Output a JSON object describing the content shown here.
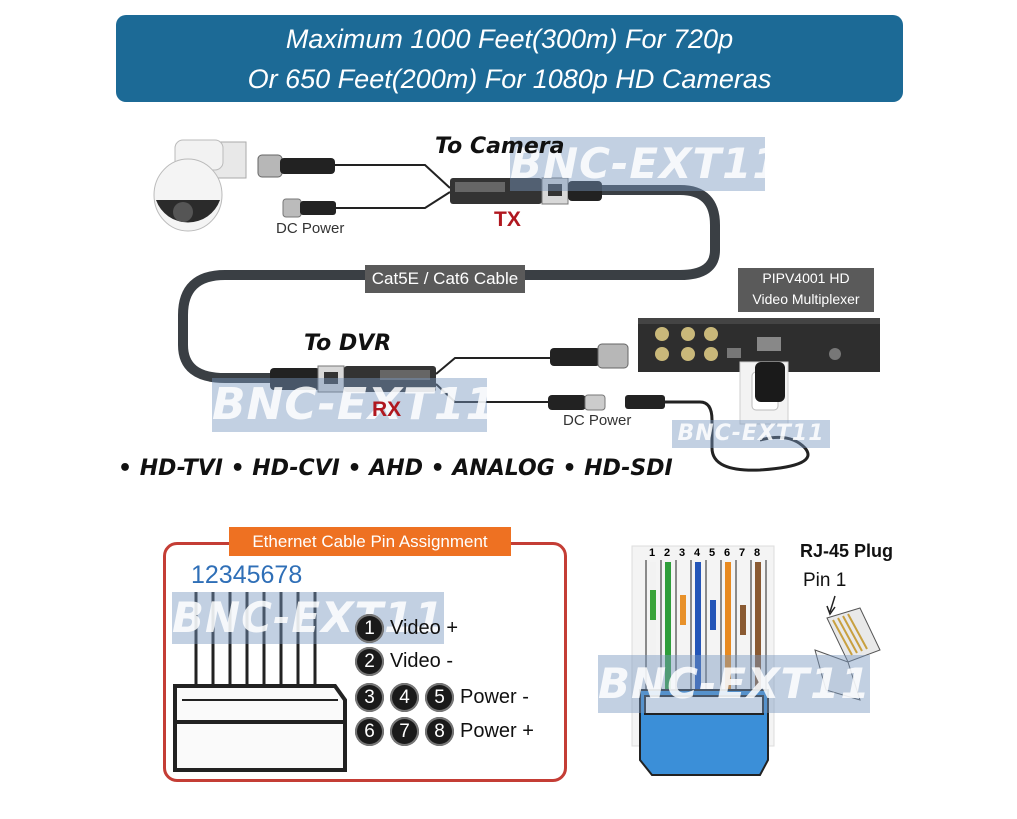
{
  "banner": {
    "line1": "Maximum 1000 Feet(300m) For 720p",
    "line2": "Or 650 Feet(200m) For 1080p HD Cameras"
  },
  "diagram": {
    "to_camera": "To Camera",
    "to_dvr": "To DVR",
    "tx": "TX",
    "rx": "RX",
    "dc_power_top": "DC Power",
    "dc_power_bottom": "DC Power",
    "cable_label": "Cat5E / Cat6 Cable",
    "mux_line1": "PIPV4001 HD",
    "mux_line2": "Video Multiplexer",
    "watermark": "BNC-EXT11",
    "formats": "• HD-TVI  • HD-CVI  • AHD  • ANALOG  • HD-SDI"
  },
  "pin_assignment": {
    "title": "Ethernet Cable Pin Assignment",
    "pin_numbers": "12345678",
    "rows": [
      {
        "pins": [
          "1"
        ],
        "label": "Video +"
      },
      {
        "pins": [
          "2"
        ],
        "label": "Video -"
      },
      {
        "pins": [
          "3",
          "4",
          "5"
        ],
        "label": "Power -"
      },
      {
        "pins": [
          "6",
          "7",
          "8"
        ],
        "label": "Power +"
      }
    ]
  },
  "rj45": {
    "title": "RJ-45 Plug",
    "pin1": "Pin 1",
    "pin_numbers": [
      "1",
      "2",
      "3",
      "4",
      "5",
      "6",
      "7",
      "8"
    ]
  },
  "colors": {
    "banner": "#1c6a96",
    "pin_box_border": "#c43d35",
    "pin_title": "#ee7122",
    "txrx": "#b0171f",
    "pin_numbers": "#2f6fb7"
  }
}
